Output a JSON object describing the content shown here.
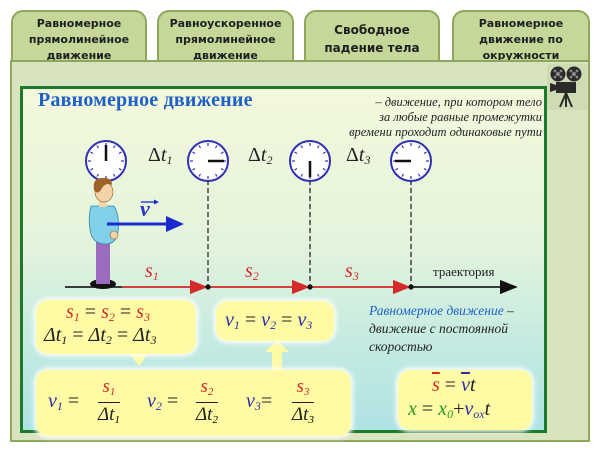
{
  "tabs": [
    {
      "label": "Равномерное\nпрямолинейное\nдвижение",
      "active": true
    },
    {
      "label": "Равноускоренное\nпрямолинейное\nдвижение",
      "active": false
    },
    {
      "label": "Свободное\nпадение тела",
      "active": false
    },
    {
      "label": "Равномерное\nдвижение по\nокружности",
      "active": false
    }
  ],
  "camera": {
    "icon": "movie-camera-icon"
  },
  "slide": {
    "title": "Равномерное движение",
    "definition_lines": [
      "– движение, при котором тело",
      "за любые равные промежутки",
      "времени проходит одинаковые пути"
    ],
    "diagram": {
      "time_intervals": [
        {
          "delta": "Δ",
          "t": "t",
          "sub": "1"
        },
        {
          "delta": "Δ",
          "t": "t",
          "sub": "2"
        },
        {
          "delta": "Δ",
          "t": "t",
          "sub": "3"
        }
      ],
      "clocks": [
        {
          "hand": "12"
        },
        {
          "hand": "3"
        },
        {
          "hand": "6"
        },
        {
          "hand": "9"
        }
      ],
      "velocity_label": "v",
      "segments": [
        {
          "s": "s",
          "sub": "1"
        },
        {
          "s": "s",
          "sub": "2"
        },
        {
          "s": "s",
          "sub": "3"
        }
      ],
      "trajectory_label": "траектория"
    },
    "box_equal": {
      "line1": {
        "a": "s",
        "a_sub": "1",
        "eq": " = ",
        "b": "s",
        "b_sub": "2",
        "c": "s",
        "c_sub": "3"
      },
      "line2": {
        "d": "Δt",
        "s1": "1",
        "eq": " = ",
        "s2": "2",
        "s3": "3"
      }
    },
    "box_velocity_equal": {
      "v": "v",
      "subs": [
        "1",
        "2",
        "3"
      ],
      "eq": " = "
    },
    "box_formulas": [
      {
        "v": "v",
        "v_sub": "1",
        "eq": " = ",
        "num": "s",
        "num_sub": "1",
        "den": "Δt",
        "den_sub": "1"
      },
      {
        "v": "v",
        "v_sub": "2",
        "eq": " = ",
        "num": "s",
        "num_sub": "2",
        "den": "Δt",
        "den_sub": "2"
      },
      {
        "v": "v",
        "v_sub": "3",
        "eq": "= ",
        "num": "s",
        "num_sub": "3",
        "den": "Δt",
        "den_sub": "3"
      }
    ],
    "definition2": {
      "highlight": "Равномерное движение",
      "rest_line1": " –",
      "line2": "движение с постоянной",
      "line3": "скоростью"
    },
    "box_vector": {
      "s": "s",
      "eq": " = ",
      "v": "v",
      "t": "t",
      "x": "x",
      "eq2": " = ",
      "x0": "x",
      "x0_sub": "0",
      "plus": "+",
      "vox": "v",
      "vox_sub": "ox",
      "t2": "t"
    }
  },
  "colors": {
    "tab_bg": "#c5d89a",
    "frame_bg": "#d8e3c0",
    "panel_border": "#1d7a2a",
    "title": "#1e5fc8",
    "segment_red": "#d42a2a",
    "velocity_blue": "#2a37c4",
    "box_yellow": "#fffaa4"
  }
}
